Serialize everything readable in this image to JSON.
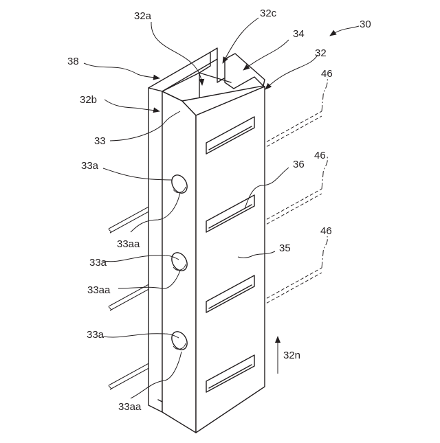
{
  "labels": {
    "l30": "30",
    "l32": "32",
    "l32a": "32a",
    "l32b": "32b",
    "l32c": "32c",
    "l32n": "32n",
    "l33": "33",
    "l33a_1": "33a",
    "l33a_2": "33a",
    "l33a_3": "33a",
    "l33aa_1": "33aa",
    "l33aa_2": "33aa",
    "l33aa_3": "33aa",
    "l34": "34",
    "l35": "35",
    "l36": "36",
    "l38": "38",
    "l46_1": "46",
    "l46_2": "46",
    "l46_3": "46"
  }
}
